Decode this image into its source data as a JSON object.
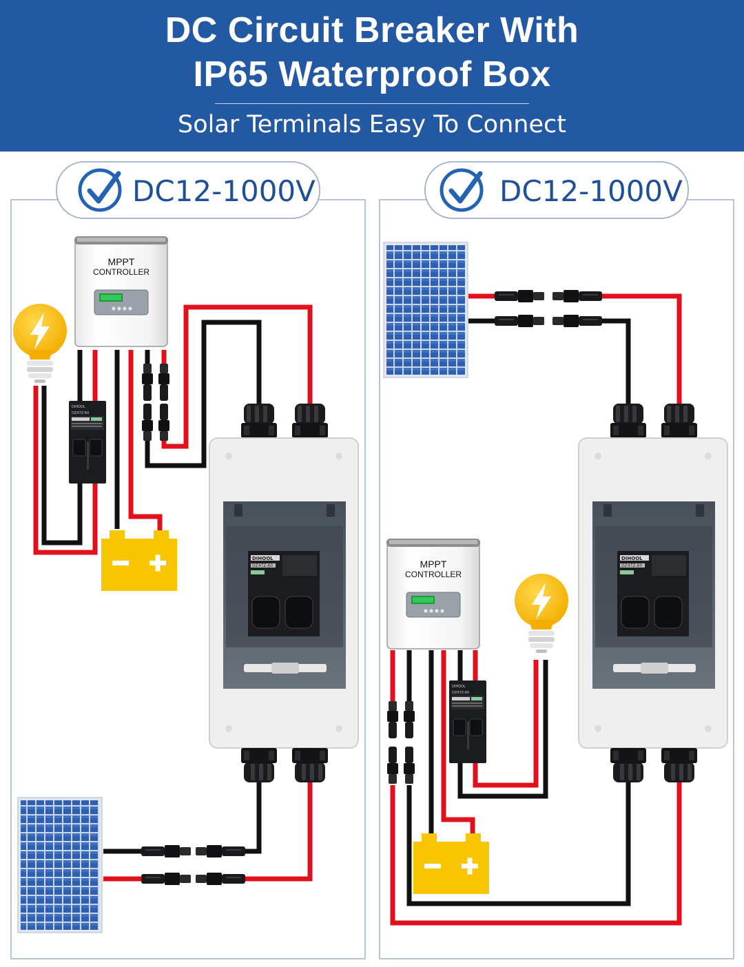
{
  "header": {
    "title_line1": "DC Circuit Breaker With",
    "title_line2": "IP65 Waterproof Box",
    "subtitle": "Solar Terminals Easy To Connect"
  },
  "panels": [
    {
      "voltage_label": "DC12-1000V",
      "controller_line1": "MPPT",
      "controller_line2": "CONTROLLER",
      "breaker_brand": "DIHOOL",
      "breaker_model": "DZ47Z-60"
    },
    {
      "voltage_label": "DC12-1000V",
      "controller_line1": "MPPT",
      "controller_line2": "CONTROLLER",
      "breaker_brand": "DIHOOL",
      "breaker_model": "DZ47Z-60"
    }
  ],
  "battery": {
    "minus": "−",
    "plus": "+"
  },
  "colors": {
    "header_bg": "#2359a2",
    "wire_red": "#e0101c",
    "wire_black": "#111111",
    "battery_yellow": "#f7c600",
    "panel_border": "#9fb0cc",
    "badge_check": "#2463b4"
  }
}
